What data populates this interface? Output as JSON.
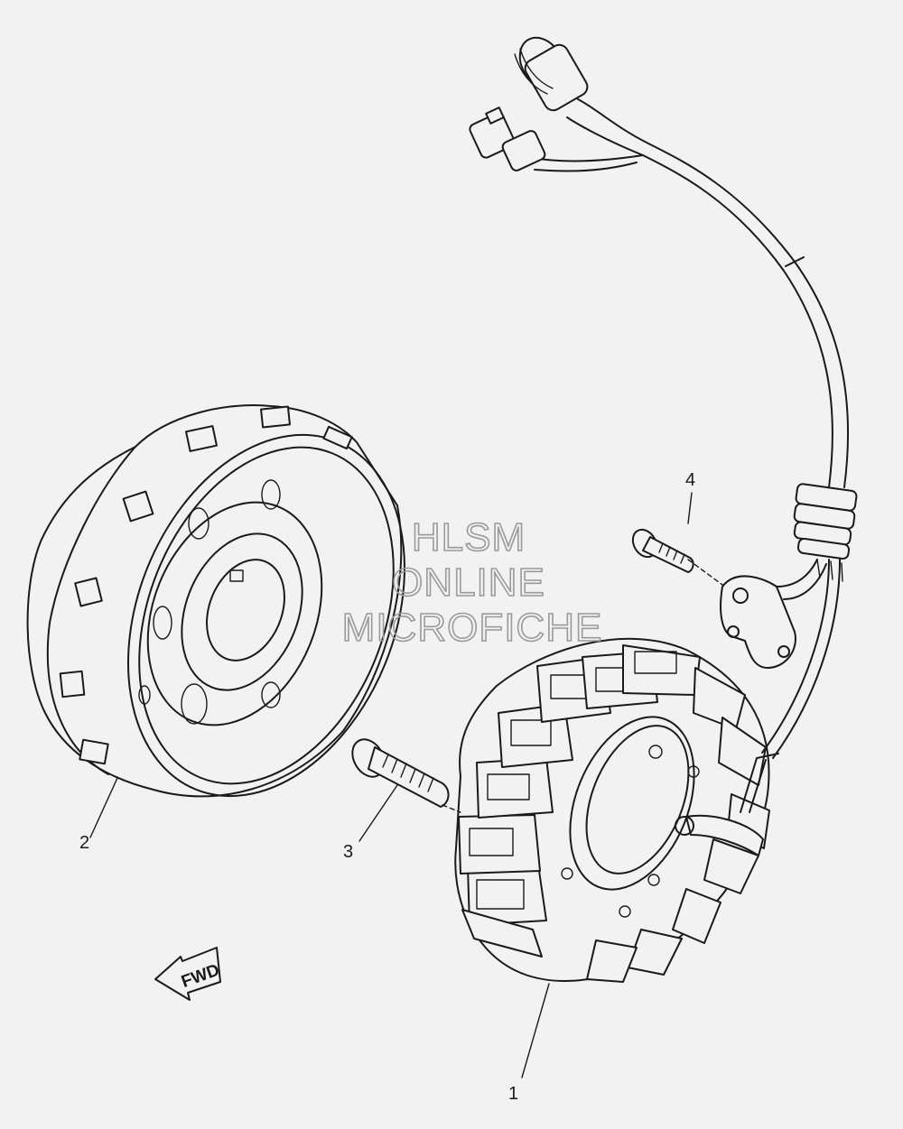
{
  "callouts": {
    "stator": "1",
    "rotor": "2",
    "bolt": "3",
    "screw": "4"
  },
  "direction_label": "FWD",
  "watermark": {
    "line1": "HLSM",
    "line2": "ONLINE",
    "line3": "MICROFICHE"
  }
}
